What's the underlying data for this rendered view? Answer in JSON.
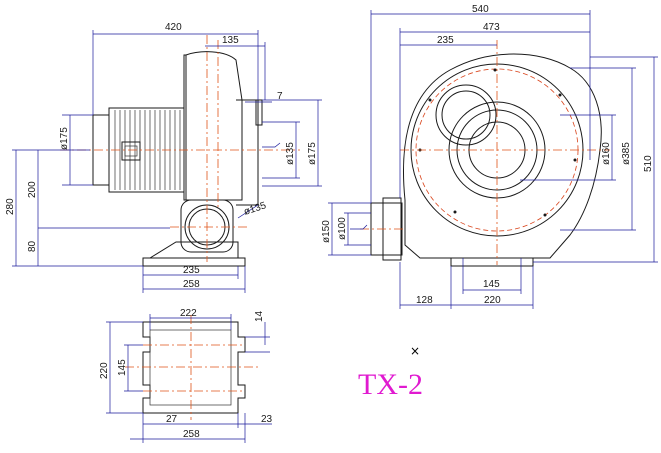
{
  "drawing": {
    "model_label": "TX-2",
    "colors": {
      "outline": "#1a1a1a",
      "dimension": "#1a1a9a",
      "centerline": "#e0541a",
      "label": "#e01ad0"
    },
    "side_view": {
      "d_420": "420",
      "d_135_top": "135",
      "d_7": "7",
      "d_175_motor": "ø175",
      "d_135_outlet": "ø135",
      "d_175_outlet": "ø175",
      "d_135_inlet": "ø135",
      "d_280": "280",
      "d_200": "200",
      "d_80": "80",
      "d_235": "235",
      "d_258": "258"
    },
    "front_view": {
      "d_540": "540",
      "d_473": "473",
      "d_235": "235",
      "d_160": "ø160",
      "d_385": "ø385",
      "d_510": "510",
      "d_150": "ø150",
      "d_100": "ø100",
      "d_145": "145",
      "d_128": "128",
      "d_220": "220"
    },
    "base_view": {
      "d_222": "222",
      "d_14": "14",
      "d_220": "220",
      "d_145": "145",
      "d_27": "27",
      "d_23": "23",
      "d_258": "258"
    },
    "marker": "×"
  }
}
